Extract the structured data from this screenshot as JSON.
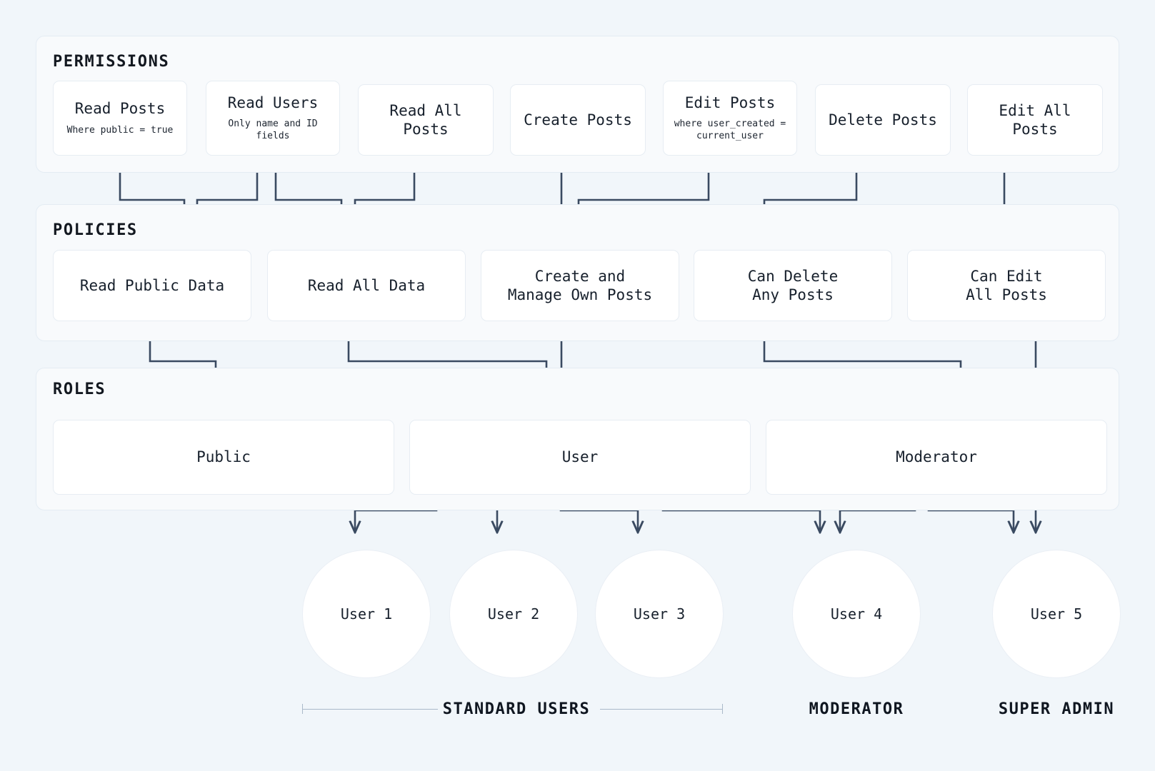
{
  "diagram": {
    "title": "Permissions Policies Roles Users Hierarchy",
    "colors": {
      "page_background": "#f1f6fa",
      "panel_background": "#f8fafc",
      "panel_border": "#e4ecf3",
      "card_background": "#ffffff",
      "card_border": "#e7edf3",
      "connector": "#3a4a61",
      "text": "#17202c",
      "bracket": "#aab9c9"
    }
  },
  "sections": {
    "permissions": {
      "title": "PERMISSIONS",
      "cards": [
        {
          "title": "Read Posts",
          "subtitle": "Where public = true"
        },
        {
          "title": "Read Users",
          "subtitle": "Only name and ID fields"
        },
        {
          "title": "Read All Posts",
          "subtitle": ""
        },
        {
          "title": "Create Posts",
          "subtitle": ""
        },
        {
          "title": "Edit Posts",
          "subtitle": "where user_created =\ncurrent_user"
        },
        {
          "title": "Delete Posts",
          "subtitle": ""
        },
        {
          "title": "Edit All Posts",
          "subtitle": ""
        }
      ]
    },
    "policies": {
      "title": "POLICIES",
      "cards": [
        {
          "title": "Read Public Data"
        },
        {
          "title": "Read All Data"
        },
        {
          "title": "Create and\nManage Own Posts"
        },
        {
          "title": "Can Delete\nAny Posts"
        },
        {
          "title": "Can Edit\nAll Posts"
        }
      ]
    },
    "roles": {
      "title": "ROLES",
      "cards": [
        {
          "title": "Public"
        },
        {
          "title": "User"
        },
        {
          "title": "Moderator"
        }
      ]
    },
    "users": {
      "circles": [
        {
          "label": "User 1"
        },
        {
          "label": "User 2"
        },
        {
          "label": "User 3"
        },
        {
          "label": "User 4"
        },
        {
          "label": "User 5"
        }
      ],
      "groups": [
        {
          "label": "STANDARD USERS",
          "bracketed": true
        },
        {
          "label": "MODERATOR",
          "bracketed": false
        },
        {
          "label": "SUPER ADMIN",
          "bracketed": false
        }
      ]
    }
  },
  "edges": {
    "permissions_to_policies": [
      {
        "from": "Read Posts",
        "to": "Read Public Data"
      },
      {
        "from": "Read Users",
        "to": "Read Public Data"
      },
      {
        "from": "Read Users",
        "to": "Read All Data"
      },
      {
        "from": "Read All Posts",
        "to": "Read All Data"
      },
      {
        "from": "Create Posts",
        "to": "Create and Manage Own Posts"
      },
      {
        "from": "Edit Posts",
        "to": "Create and Manage Own Posts"
      },
      {
        "from": "Delete Posts",
        "to": "Can Delete Any Posts"
      },
      {
        "from": "Edit All Posts",
        "to": "Can Edit All Posts"
      }
    ],
    "policies_to_roles": [
      {
        "from": "Read Public Data",
        "to": "Public"
      },
      {
        "from": "Read All Data",
        "to": "User"
      },
      {
        "from": "Create and Manage Own Posts",
        "to": "User"
      },
      {
        "from": "Can Delete Any Posts",
        "to": "Moderator"
      }
    ],
    "policies_to_users": [
      {
        "from": "Can Edit All Posts",
        "to": "User 5"
      }
    ],
    "roles_to_users": [
      {
        "from": "Public",
        "to": "User 1"
      },
      {
        "from": "User",
        "to": "User 2"
      },
      {
        "from": "User",
        "to": "User 3"
      },
      {
        "from": "User",
        "to": "User 4"
      },
      {
        "from": "Moderator",
        "to": "User 4"
      },
      {
        "from": "Moderator",
        "to": "User 5"
      }
    ]
  }
}
